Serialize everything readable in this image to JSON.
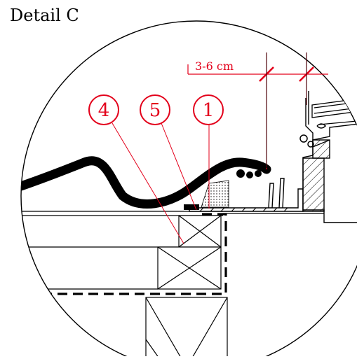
{
  "detail_title": "Detail C",
  "dimension_label": "3-6 cm",
  "callouts": [
    {
      "number": "4"
    },
    {
      "number": "5"
    },
    {
      "number": "1"
    }
  ],
  "colors": {
    "annotation": "#e3001b",
    "line": "#000000",
    "background": "#ffffff"
  }
}
